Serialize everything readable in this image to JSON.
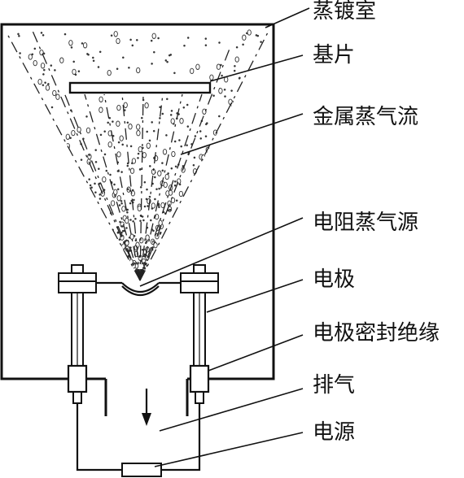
{
  "labels": {
    "chamber": "蒸镀室",
    "substrate": "基片",
    "vapor_stream": "金属蒸气流",
    "resistive_source": "电阻蒸气源",
    "electrode": "电极",
    "electrode_seal": "电极密封绝缘",
    "exhaust": "排气",
    "power_supply": "电源"
  },
  "colors": {
    "ink": "#111111",
    "background": "#ffffff"
  }
}
